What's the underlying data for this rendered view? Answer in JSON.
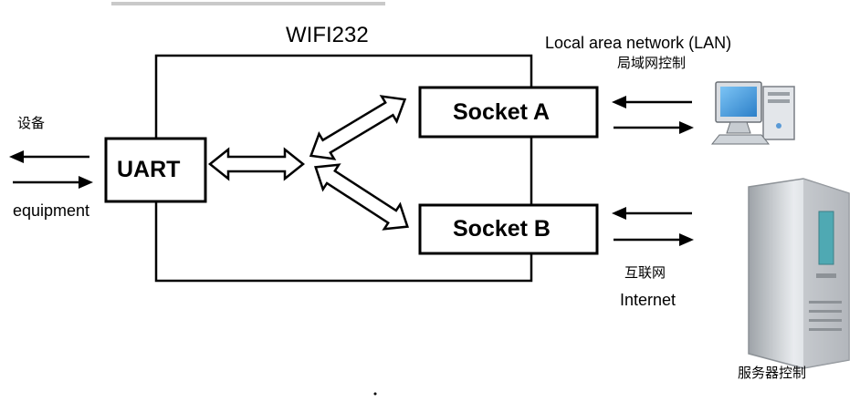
{
  "diagram": {
    "module_title": "WIFI232",
    "uart_label": "UART",
    "socket_a_label": "Socket A",
    "socket_b_label": "Socket B"
  },
  "labels": {
    "equipment_cn": "设备",
    "equipment_en": "equipment",
    "lan_en": "Local area network (LAN)",
    "lan_cn": "局域网控制",
    "internet_cn": "互联网",
    "internet_en": "Internet",
    "server_cn": "服务器控制"
  },
  "icons": {
    "pc": "desktop-computer-icon",
    "server": "server-tower-icon"
  },
  "colors": {
    "line": "#000000",
    "monitor_screen": "#4aa3e6",
    "server_body": "#cfd3d8"
  }
}
